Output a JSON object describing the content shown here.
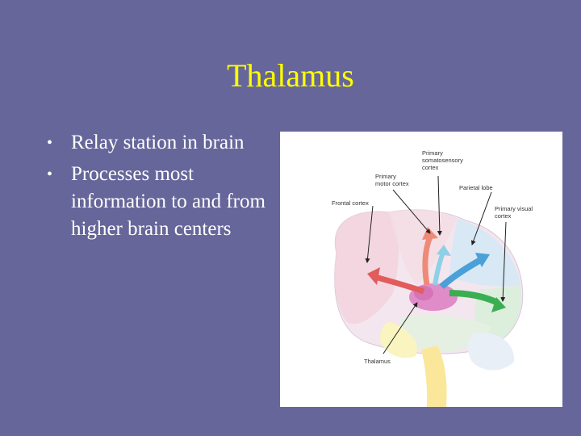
{
  "slide": {
    "title": "Thalamus",
    "bullets": [
      "Relay station in brain",
      "Processes most information to and from higher brain centers"
    ]
  },
  "figure": {
    "labels": {
      "primary_somatosensory": [
        "Primary",
        "somatosensory",
        "cortex"
      ],
      "primary_motor": [
        "Primary",
        "motor cortex"
      ],
      "parietal_lobe": "Parietal lobe",
      "frontal_cortex": "Frontal cortex",
      "primary_visual": [
        "Primary visual",
        "cortex"
      ],
      "thalamus": "Thalamus"
    },
    "colors": {
      "thalamus": "#e08cc8",
      "arrow_red": "#e25c5c",
      "arrow_blue": "#4aa0d8",
      "arrow_green": "#3cae52"
    }
  }
}
